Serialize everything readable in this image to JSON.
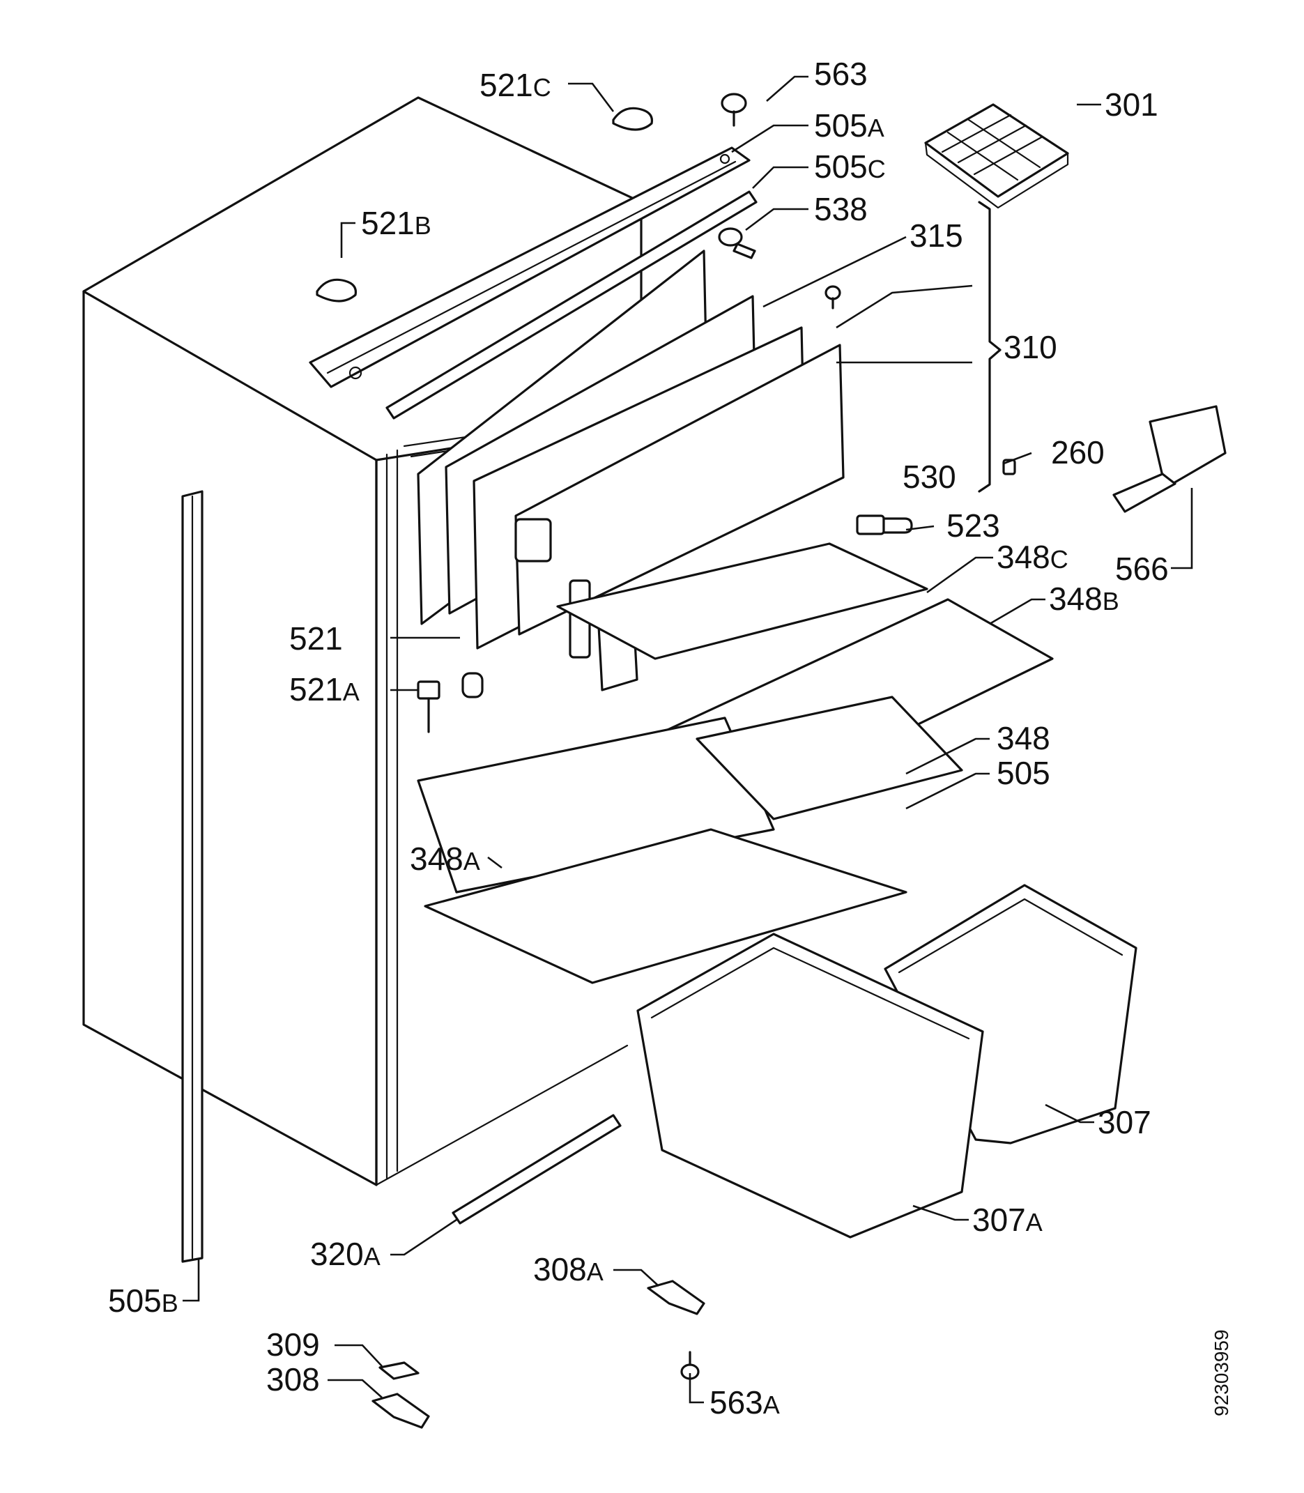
{
  "document_number": "92303959",
  "parts": [
    {
      "label": "563",
      "suffix": ""
    },
    {
      "label": "521",
      "suffix": "C"
    },
    {
      "label": "505",
      "suffix": "A"
    },
    {
      "label": "301",
      "suffix": ""
    },
    {
      "label": "505",
      "suffix": "C"
    },
    {
      "label": "521",
      "suffix": "B"
    },
    {
      "label": "538",
      "suffix": ""
    },
    {
      "label": "315",
      "suffix": ""
    },
    {
      "label": "310",
      "suffix": ""
    },
    {
      "label": "260",
      "suffix": ""
    },
    {
      "label": "530",
      "suffix": ""
    },
    {
      "label": "523",
      "suffix": ""
    },
    {
      "label": "566",
      "suffix": ""
    },
    {
      "label": "348",
      "suffix": "C"
    },
    {
      "label": "348",
      "suffix": "B"
    },
    {
      "label": "521",
      "suffix": ""
    },
    {
      "label": "521",
      "suffix": "A"
    },
    {
      "label": "348",
      "suffix": ""
    },
    {
      "label": "505",
      "suffix": ""
    },
    {
      "label": "348",
      "suffix": "A"
    },
    {
      "label": "307",
      "suffix": ""
    },
    {
      "label": "307",
      "suffix": "A"
    },
    {
      "label": "320",
      "suffix": "A"
    },
    {
      "label": "308",
      "suffix": "A"
    },
    {
      "label": "505",
      "suffix": "B"
    },
    {
      "label": "309",
      "suffix": ""
    },
    {
      "label": "308",
      "suffix": ""
    },
    {
      "label": "563",
      "suffix": "A"
    }
  ]
}
